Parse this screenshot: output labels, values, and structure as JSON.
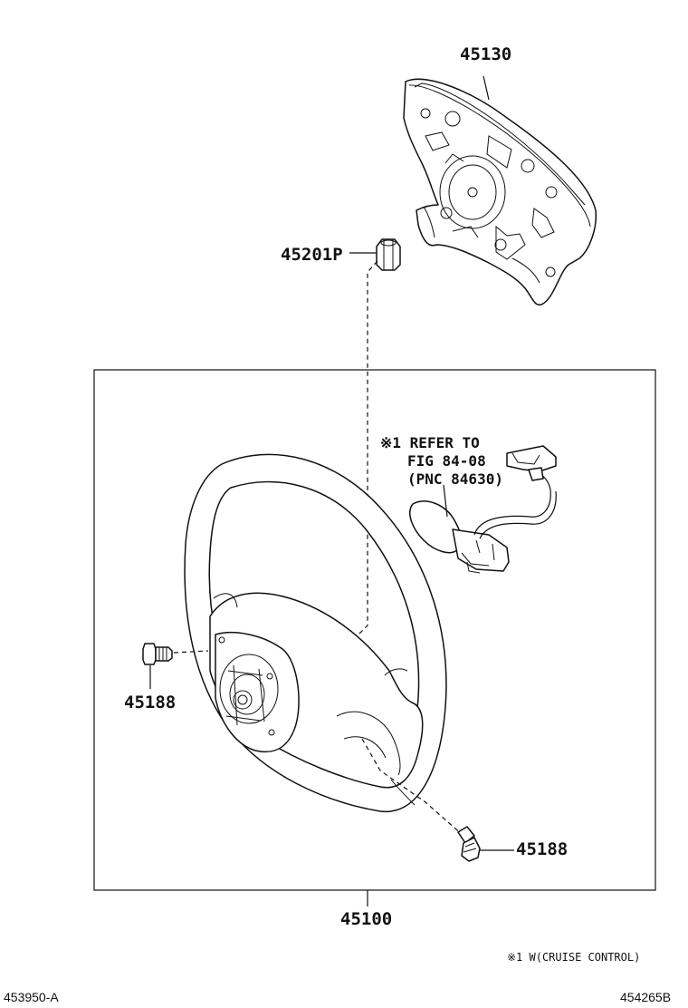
{
  "parts": {
    "airbag": "45130",
    "nut": "45201P",
    "screw_left": "45188",
    "screw_right": "45188",
    "wheel": "45100"
  },
  "note": {
    "line1": "※1 REFER TO",
    "line2": "FIG 84-08",
    "line3": "(PNC 84630)"
  },
  "footnote": "※1 W(CRUISE CONTROL)",
  "codes": {
    "left": "453950-A",
    "right": "454265B"
  }
}
